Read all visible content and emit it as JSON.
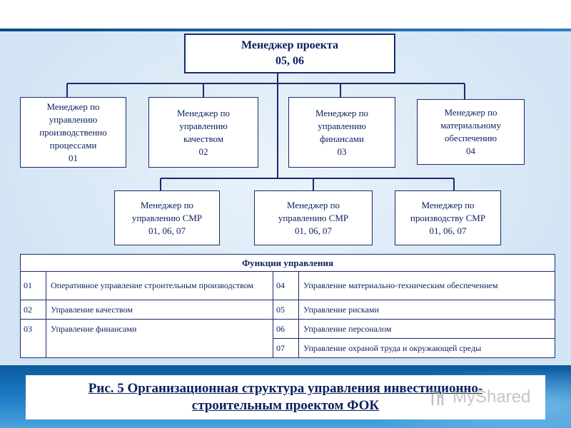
{
  "org_chart": {
    "root": {
      "title": "Менеджер проекта",
      "codes": "05, 06"
    },
    "level1": [
      {
        "lines": [
          "Менеджер по",
          "управлению",
          "производственно",
          "процессами"
        ],
        "codes": "01"
      },
      {
        "lines": [
          "Менеджер по",
          "управлению",
          "качеством"
        ],
        "codes": "02"
      },
      {
        "lines": [
          "Менеджер по",
          "управлению",
          "финансами"
        ],
        "codes": "03"
      },
      {
        "lines": [
          "Менеджер по",
          "материальному",
          "обеспечению"
        ],
        "codes": "04"
      }
    ],
    "level2": [
      {
        "lines": [
          "Менеджер по",
          "управлению СМР"
        ],
        "codes": "01, 06, 07"
      },
      {
        "lines": [
          "Менеджер по",
          "управлению СМР"
        ],
        "codes": "01, 06, 07"
      },
      {
        "lines": [
          "Менеджер по",
          "производству СМР"
        ],
        "codes": "01, 06, 07"
      }
    ]
  },
  "functions_table": {
    "header": "Функции управления",
    "rows": [
      {
        "code_a": "01",
        "text_a": "Оперативное управление строительным производством",
        "code_b": "04",
        "text_b": "Управление материально-техническим обеспечением"
      },
      {
        "code_a": "02",
        "text_a": "Управление качеством",
        "code_b": "05",
        "text_b": "Управление рисками"
      },
      {
        "code_a": "03",
        "text_a": "Управление финансами",
        "code_b": "06",
        "text_b": "Управление персоналом"
      },
      {
        "code_a": "",
        "text_a": "",
        "code_b": "07",
        "text_b": "Управление охраной труда и окружающей среды"
      }
    ]
  },
  "caption": {
    "line1": "Рис. 5 Организационная структура управления инвестиционно-",
    "line2": "строительным проектом ФОК"
  },
  "watermark": {
    "text": "MyShared"
  },
  "colors": {
    "text": "#0b1f5c",
    "border": "#1a2a6c",
    "background": "#d3e5f4",
    "band": "#1a78c2"
  }
}
